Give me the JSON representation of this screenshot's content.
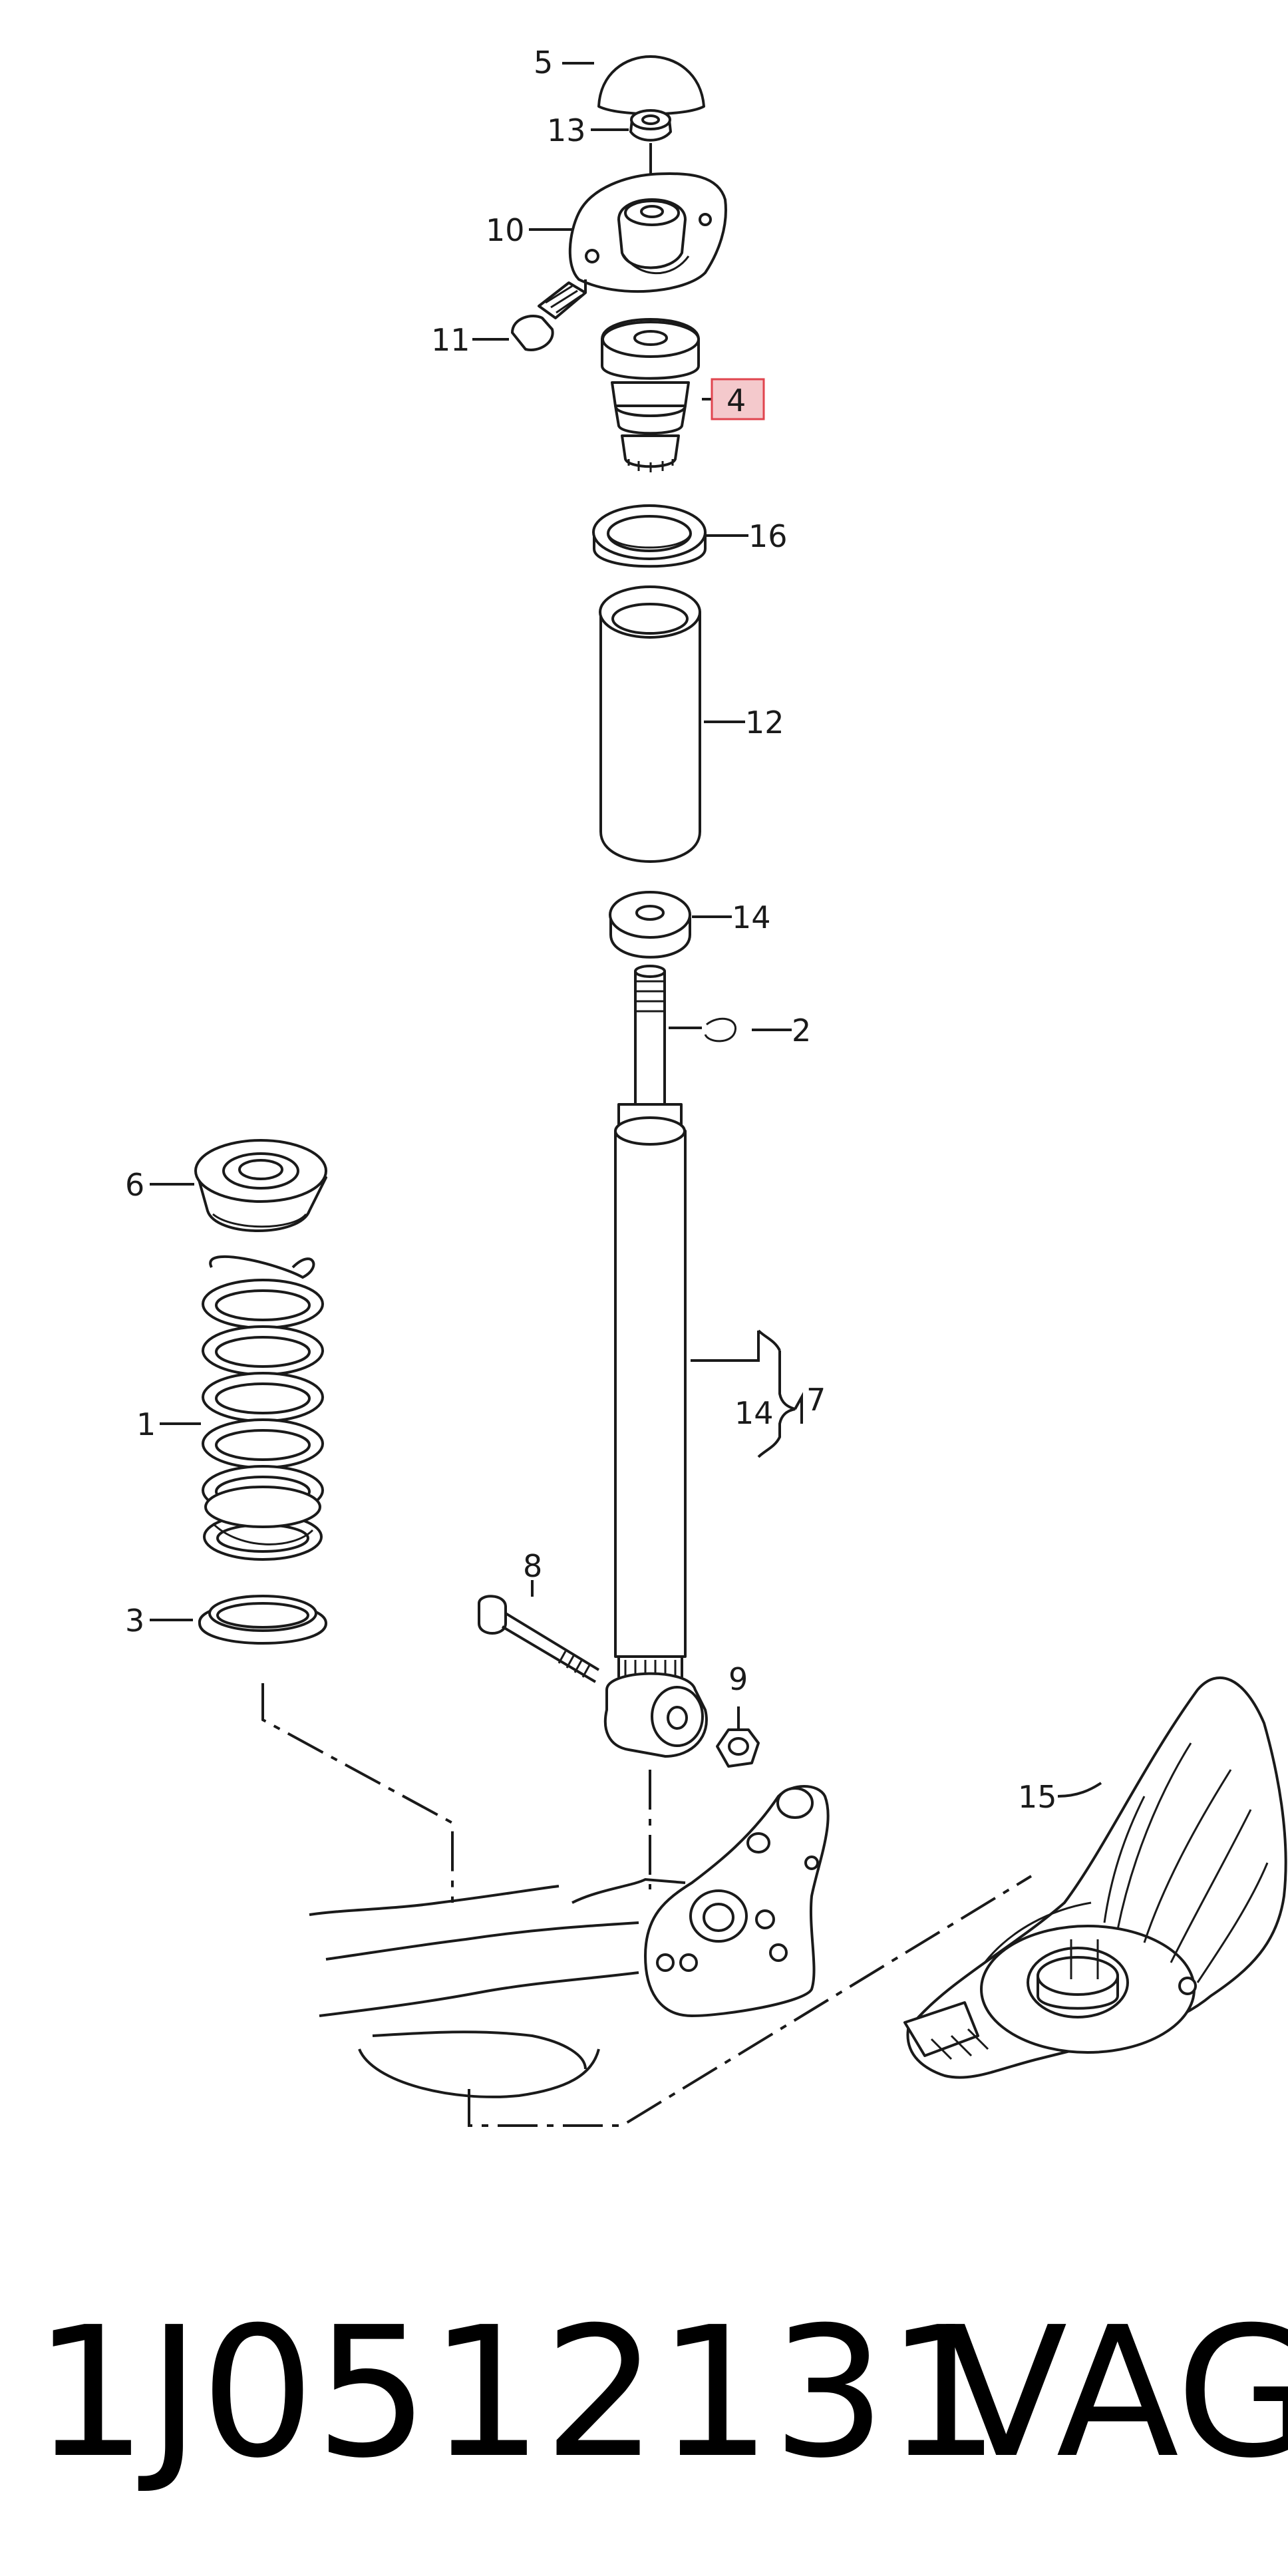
{
  "callouts": {
    "c1": "1",
    "c2": "2",
    "c3": "3",
    "c4": "4",
    "c5": "5",
    "c6": "6",
    "c7": "7",
    "c8": "8",
    "c9": "9",
    "c10": "10",
    "c11": "11",
    "c12": "12",
    "c13": "13",
    "c14a": "14",
    "c14b": "14",
    "c15": "15",
    "c16": "16"
  },
  "highlight": {
    "callout": "4",
    "color": "#f4c9cc",
    "border": "#e0444e"
  },
  "footer": {
    "part_number": "1J0512131",
    "brand": "VAG"
  }
}
